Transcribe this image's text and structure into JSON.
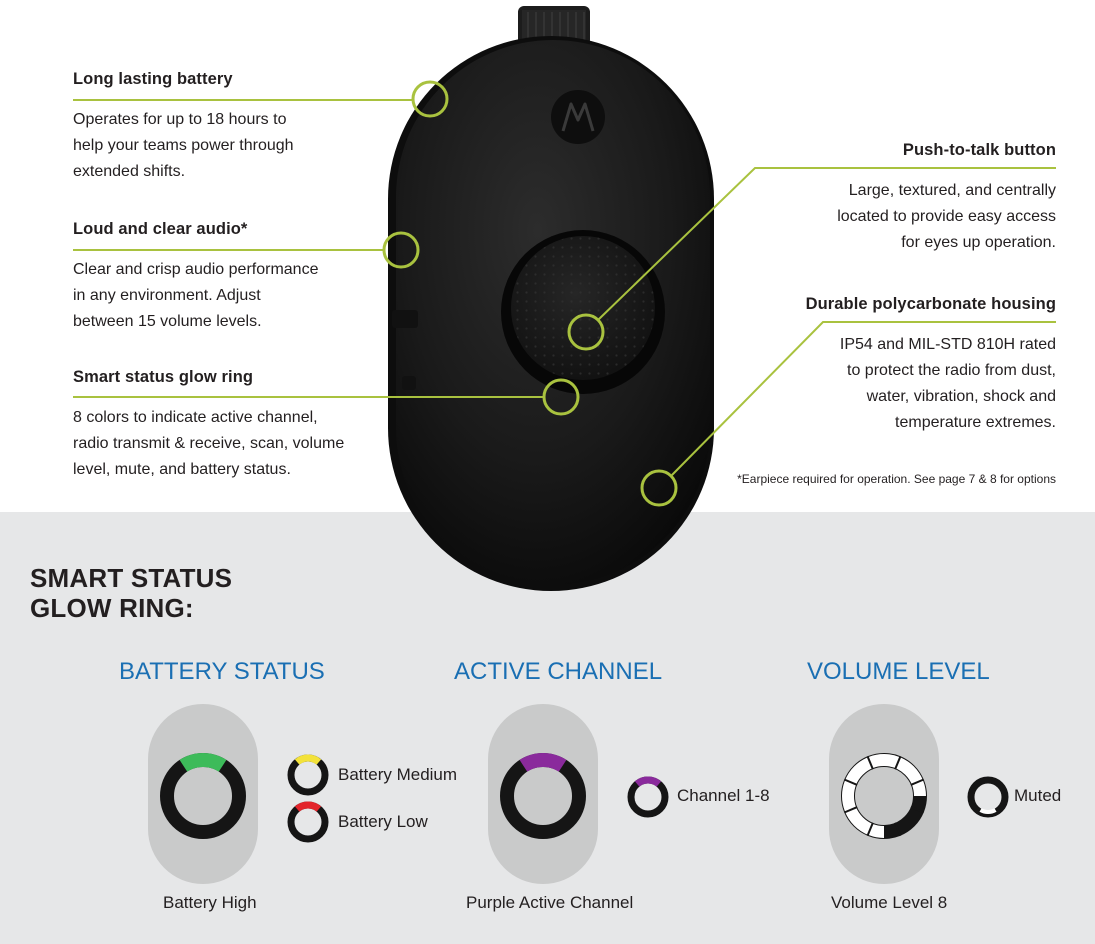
{
  "features": {
    "battery": {
      "title": "Long lasting battery",
      "lines": [
        "Operates for up to 18 hours to",
        "help your teams power through",
        "extended shifts."
      ]
    },
    "audio": {
      "title": "Loud and clear audio*",
      "lines": [
        "Clear and crisp audio performance",
        "in any environment. Adjust",
        "between 15 volume levels."
      ]
    },
    "glow": {
      "title": "Smart status glow ring",
      "lines": [
        "8 colors to indicate active channel,",
        "radio transmit & receive, scan, volume",
        "level, mute, and battery status."
      ]
    },
    "ptt": {
      "title": "Push-to-talk button",
      "lines": [
        "Large, textured, and centrally",
        "located to provide easy access",
        "for eyes up operation."
      ]
    },
    "housing": {
      "title": "Durable polycarbonate housing",
      "lines": [
        "IP54 and MIL-STD 810H rated",
        "to protect the radio from dust,",
        "water, vibration, shock and",
        "temperature extremes."
      ]
    }
  },
  "footnote": "*Earpiece required for operation. See page 7 & 8 for options",
  "section": {
    "title_line1": "SMART STATUS",
    "title_line2": "GLOW RING:"
  },
  "panels": {
    "battery": {
      "title": "BATTERY STATUS",
      "caption": "Battery High",
      "legend": [
        "Battery Medium",
        "Battery Low"
      ]
    },
    "channel": {
      "title": "ACTIVE CHANNEL",
      "caption": "Purple Active Channel",
      "legend": [
        "Channel 1-8"
      ]
    },
    "volume": {
      "title": "VOLUME LEVEL",
      "caption": "Volume Level 8",
      "legend": [
        "Muted"
      ]
    }
  },
  "colors": {
    "callout": "#a9c23f",
    "title_blue": "#1a6fb3",
    "battery_high": "#3dbb5a",
    "battery_medium": "#f3e23a",
    "battery_low": "#e3242b",
    "channel_purple": "#8a2a9c"
  },
  "icons": {
    "logo": "motorola-logo-icon"
  }
}
